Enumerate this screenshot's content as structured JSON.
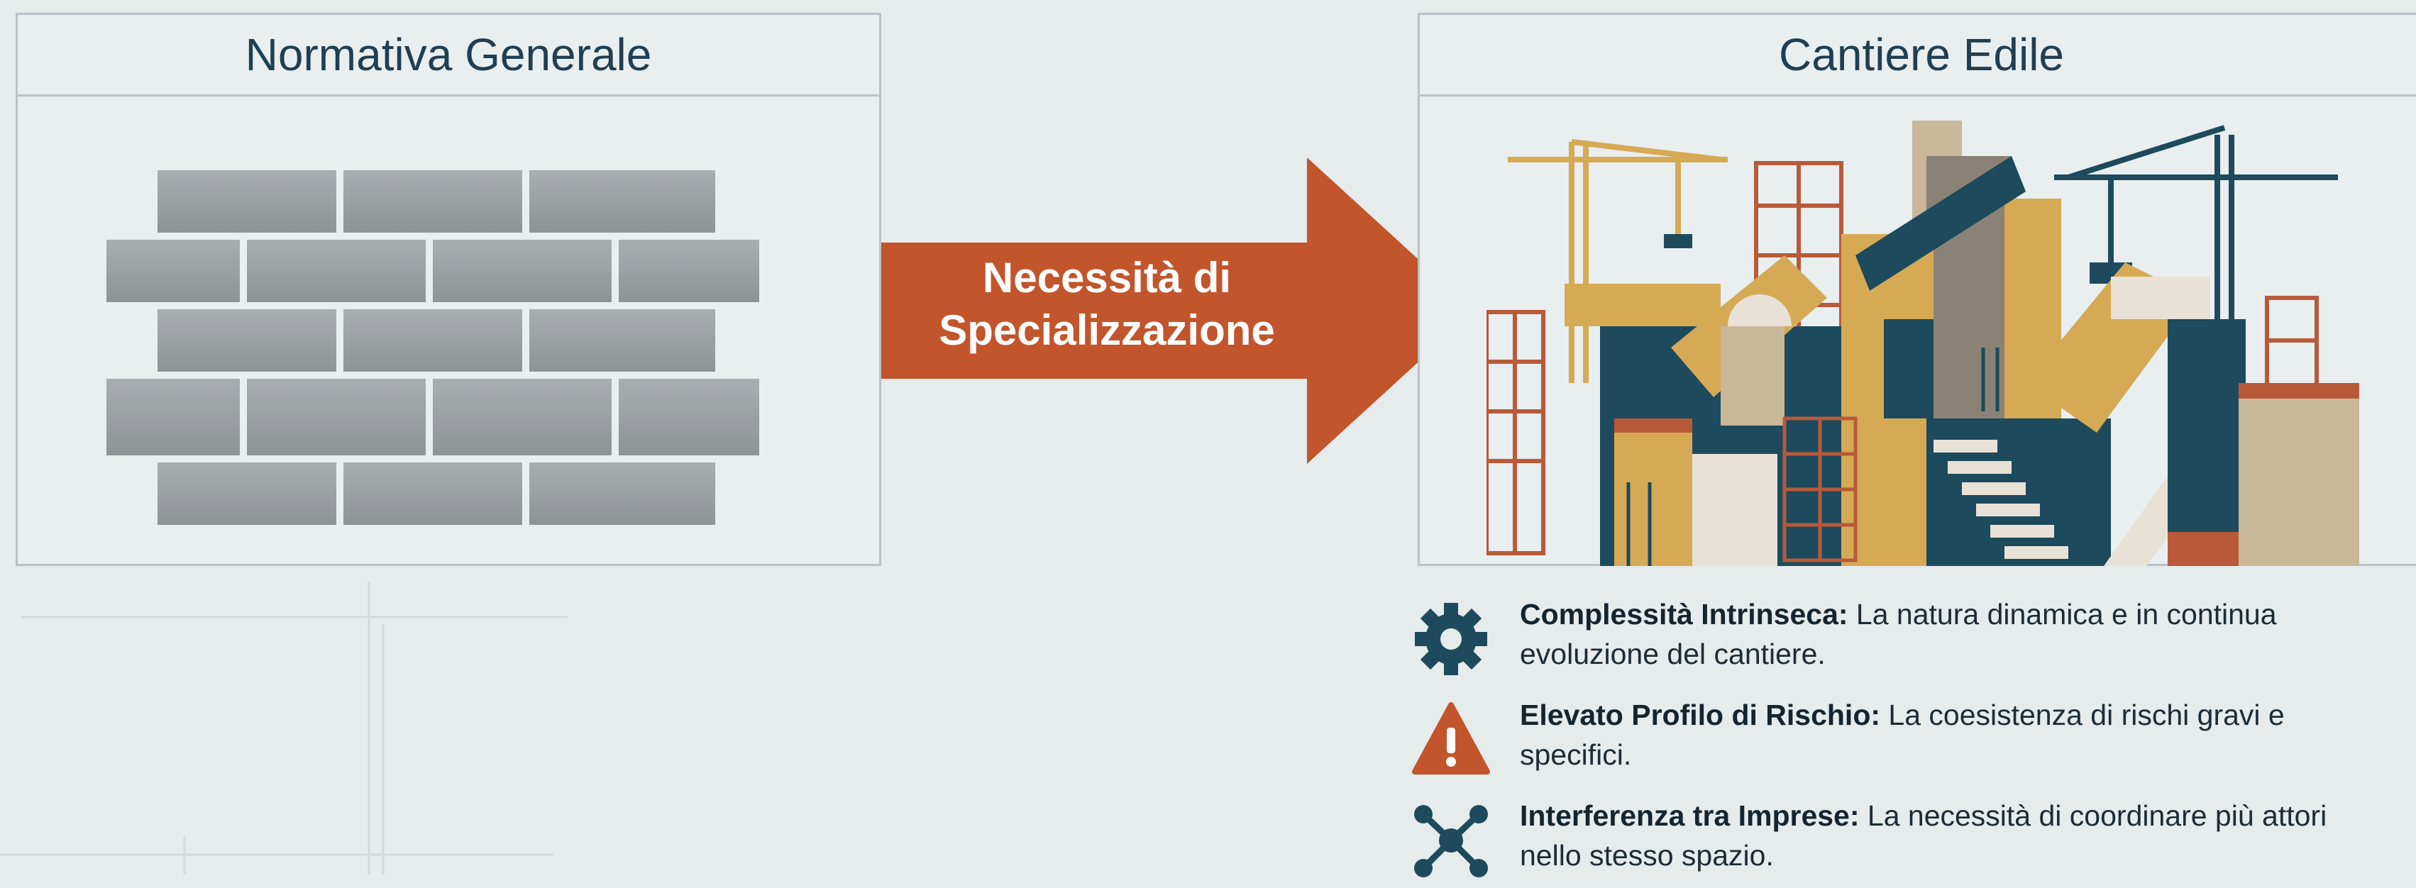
{
  "left_panel": {
    "title": "Normativa Generale"
  },
  "arrow": {
    "line1": "Necessità di",
    "line2": "Specializzazione"
  },
  "right_panel": {
    "title": "Cantiere Edile"
  },
  "features": [
    {
      "icon": "gear-icon",
      "title": "Complessità Intrinseca:",
      "desc1": " La natura dinamica e in continua",
      "desc2": "evoluzione del cantiere."
    },
    {
      "icon": "warning-icon",
      "title": "Elevato Profilo di Rischio:",
      "desc1": " La coesistenza di rischi gravi e",
      "desc2": "specifici."
    },
    {
      "icon": "network-icon",
      "title": "Interferenza tra Imprese:",
      "desc1": " La necessità di coordinare più attori",
      "desc2": "nello stesso spazio."
    }
  ],
  "colors": {
    "background": "#e6ebec",
    "heading": "#1f3f52",
    "arrow": "#c2552c",
    "teal": "#1d4a5c",
    "gold": "#d6aa55",
    "brick": "#b85a3a",
    "wall_brick": "#9ea3a6"
  }
}
